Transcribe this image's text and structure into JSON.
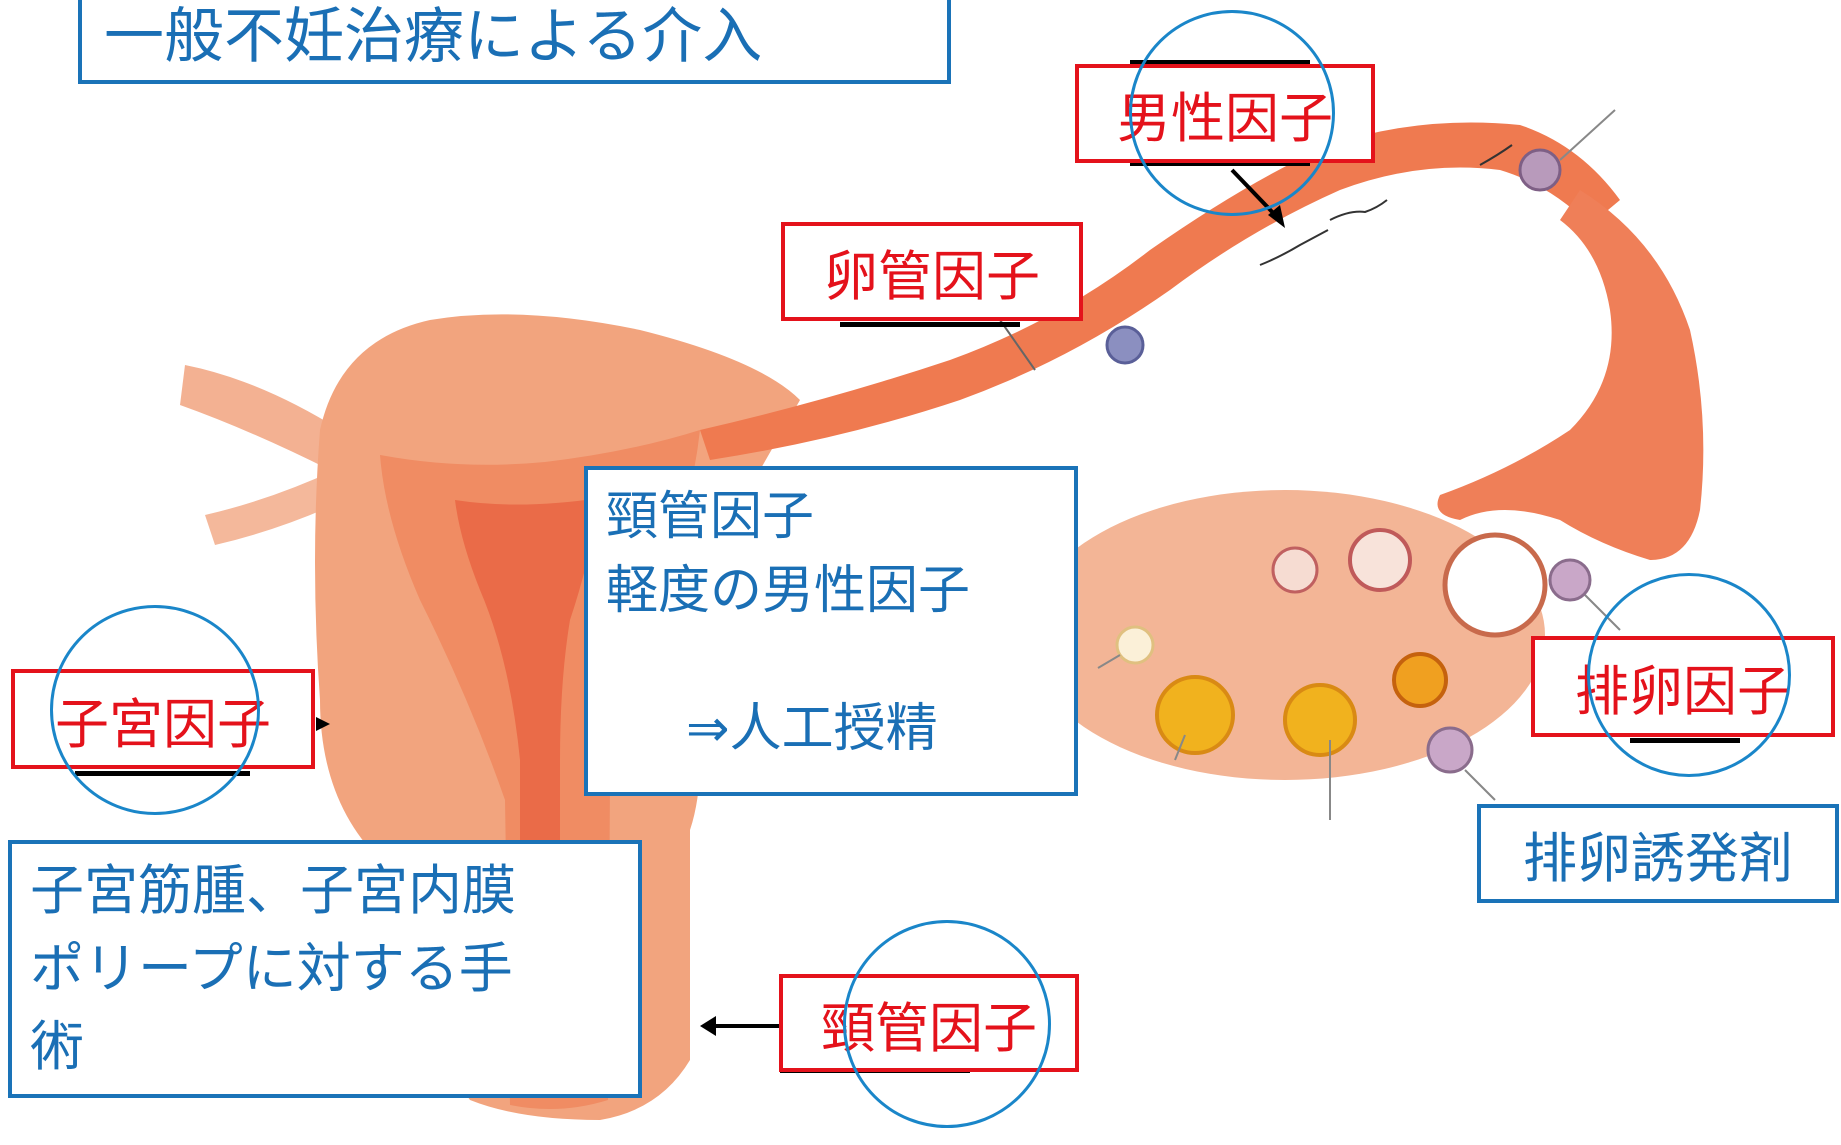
{
  "title": "一般不妊治療による介入",
  "labels": {
    "male_factor": "男性因子",
    "tubal_factor": "卵管因子",
    "uterine_factor": "子宮因子",
    "ovulation_factor": "排卵因子",
    "cervical_factor": "頸管因子"
  },
  "notes": {
    "cervical_note": {
      "line1": "頸管因子",
      "line2": "軽度の男性因子",
      "line3": "⇒人工授精"
    },
    "surgery_note": {
      "line1": "子宮筋腫、子宮内膜",
      "line2": "ポリープに対する手",
      "line3": "術"
    },
    "ovulation_note": "排卵誘発剤"
  },
  "colors": {
    "red_label": "#e4121b",
    "blue_box": "#1a73b8",
    "circle": "#1a86c9",
    "tissue": "#ee8a62"
  }
}
